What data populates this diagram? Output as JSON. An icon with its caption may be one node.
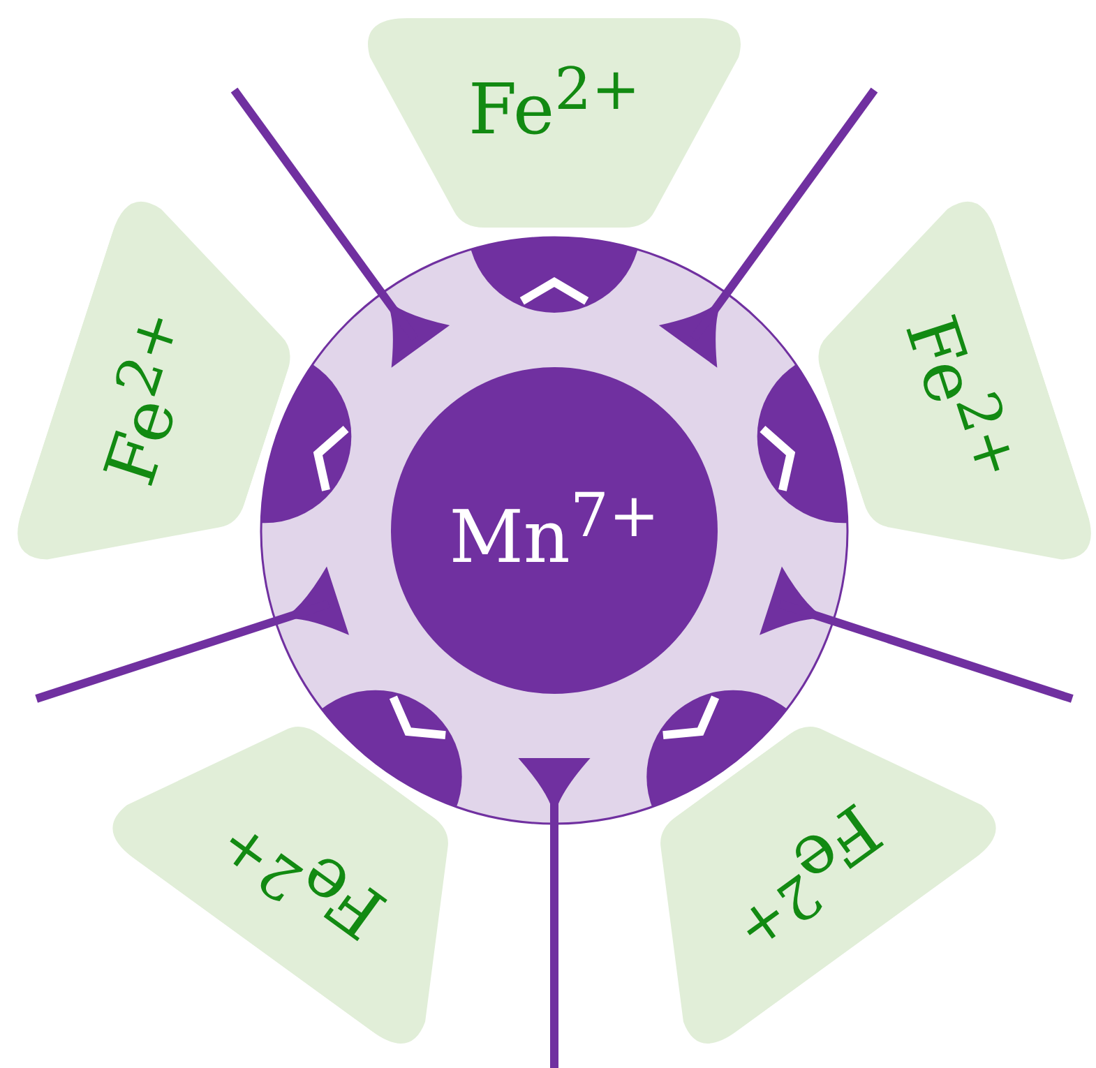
{
  "diagram": {
    "nodes": [
      {
        "text": [
          "Mn$^{7+}$"
        ]
      },
      {
        "text": [
          "Fe$^{2+}$"
        ]
      },
      {
        "text": [
          "Fe$^{2+}$"
        ]
      },
      {
        "text": [
          "Fe$^{2+}$"
        ]
      },
      {
        "text": [
          "Fe$^{2+}$"
        ]
      },
      {
        "text": [
          "Fe$^{2+}$"
        ]
      }
    ]
  }
}
